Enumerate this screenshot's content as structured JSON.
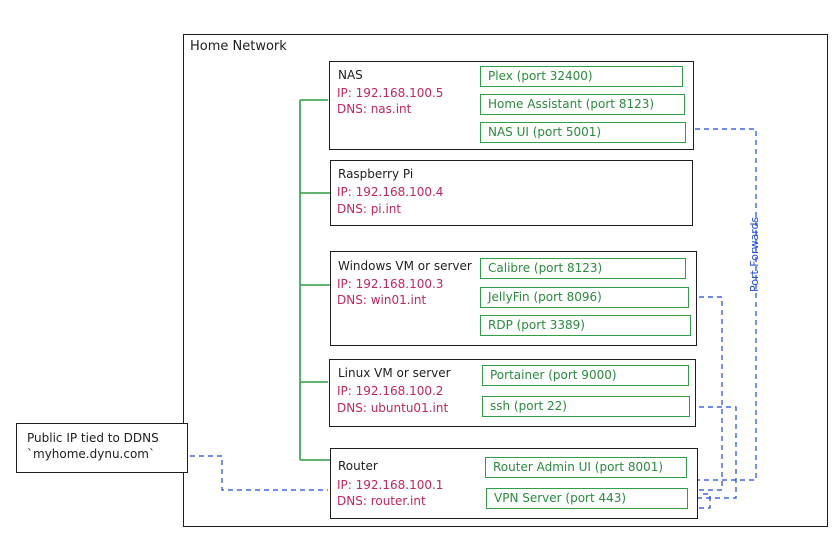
{
  "home_network": {
    "title": "Home Network"
  },
  "public_ip": {
    "line1": "Public IP tied to DDNS",
    "line2": "`myhome.dynu.com`"
  },
  "port_forwards_label": "Port Forwards",
  "hosts": {
    "nas": {
      "name": "NAS",
      "ip": "IP: 192.168.100.5",
      "dns": "DNS: nas.int",
      "services": [
        "Plex (port 32400)",
        "Home Assistant (port 8123)",
        "NAS UI (port 5001)"
      ]
    },
    "pi": {
      "name": "Raspberry Pi",
      "ip": "IP: 192.168.100.4",
      "dns": "DNS: pi.int"
    },
    "win": {
      "name": "Windows VM or server",
      "ip": "IP: 192.168.100.3",
      "dns": "DNS: win01.int",
      "services": [
        "Calibre (port 8123)",
        "JellyFin (port 8096)",
        "RDP (port 3389)"
      ]
    },
    "linux": {
      "name": "Linux VM or server",
      "ip": "IP: 192.168.100.2",
      "dns": "DNS: ubuntu01.int",
      "services": [
        "Portainer (port 9000)",
        "ssh (port 22)"
      ]
    },
    "router": {
      "name": "Router",
      "ip": "IP: 192.168.100.1",
      "dns": "DNS: router.int",
      "services": [
        "Router Admin UI (port 8001)",
        "VPN Server (port 443)"
      ]
    }
  },
  "colors": {
    "ip_dns": "#c2255c",
    "service": "#2f9e44",
    "connector": "#2f9e44",
    "port_forward": "#1c4bd8"
  }
}
